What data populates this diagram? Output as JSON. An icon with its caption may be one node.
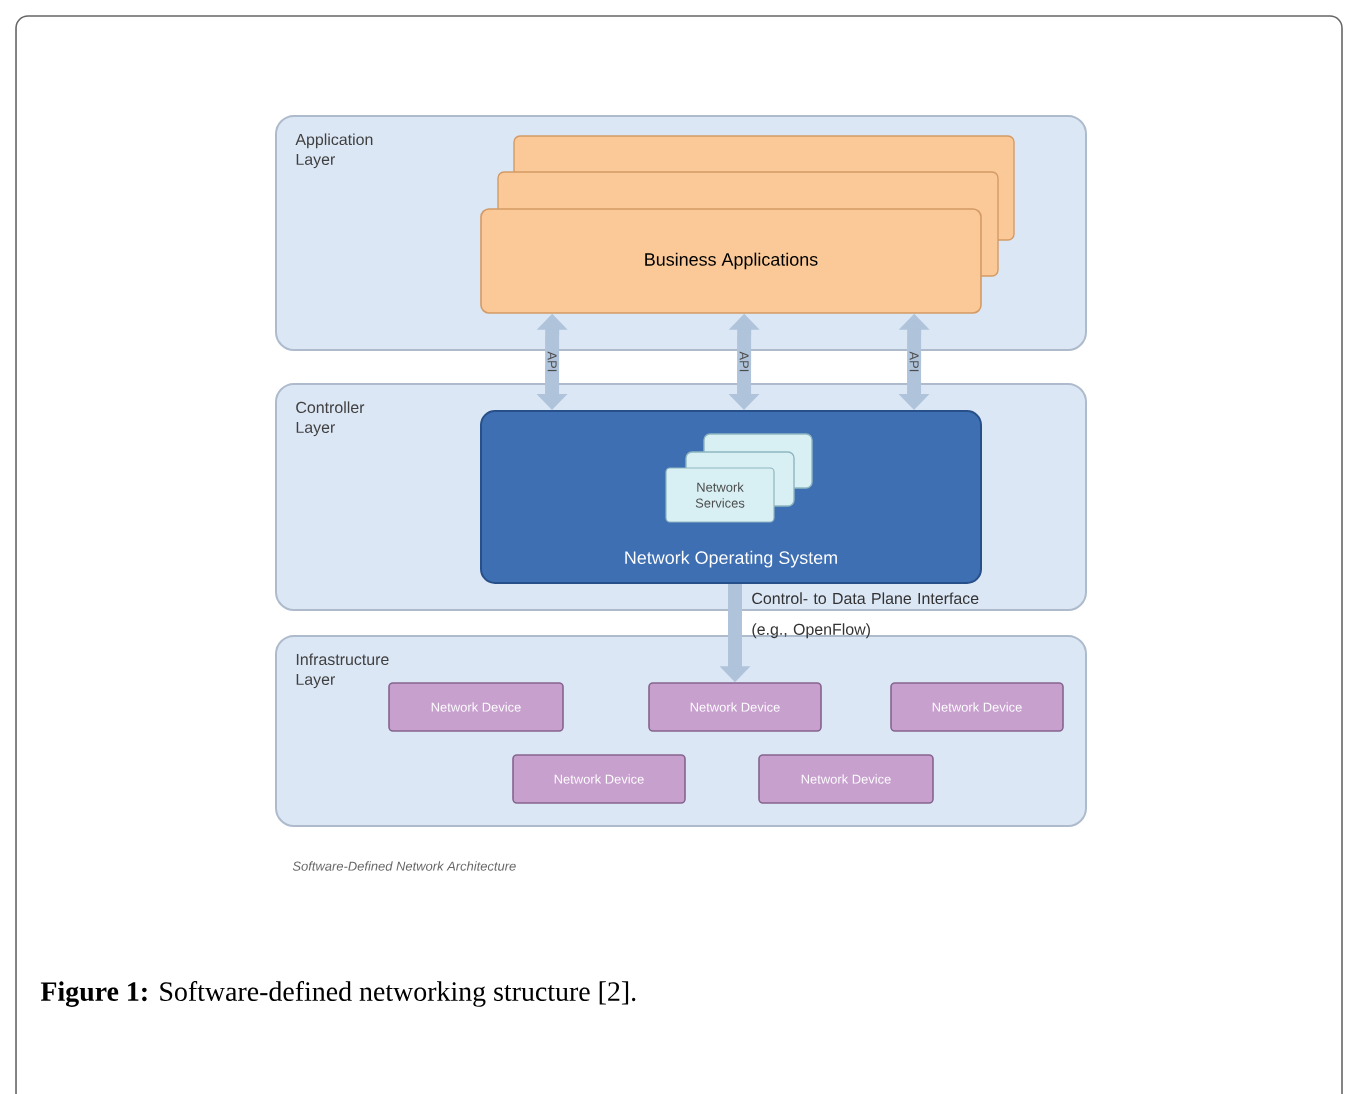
{
  "diagram": {
    "caption": "**Figure 1:** Software-defined networking structure [2].",
    "nodes": [
      {
        "text": [
          "Application Layer"
        ]
      },
      {
        "text": [
          "Business Applications"
        ],
        "in": 0
      },
      {
        "text": [
          "Controller Layer"
        ]
      },
      {
        "text": [
          "Network Operating System"
        ],
        "in": 2
      },
      {
        "text": [
          "Network Services"
        ],
        "in": 3
      },
      {
        "text": [
          "Infrastructure Layer"
        ]
      },
      {
        "text": [
          "Network Device"
        ],
        "in": 5
      },
      {
        "text": [
          "Network Device"
        ],
        "in": 5
      },
      {
        "text": [
          "Network Device"
        ],
        "in": 5
      },
      {
        "text": [
          "Network Device"
        ],
        "in": 5
      },
      {
        "text": [
          "Network Device"
        ],
        "in": 5
      }
    ],
    "edges": [
      {
        "from": 1,
        "to": 3,
        "arrow": "both",
        "label": "API"
      },
      {
        "from": 1,
        "to": 3,
        "arrow": "both",
        "label": "API"
      },
      {
        "from": 1,
        "to": 3,
        "arrow": "both",
        "label": "API"
      },
      {
        "from": 3,
        "to": 7,
        "arrow": "to",
        "label": "Control- to Data Plane Interface (e.g., OpenFlow)"
      }
    ],
    "labels": [
      "Software-Defined Network Architecture"
    ]
  }
}
